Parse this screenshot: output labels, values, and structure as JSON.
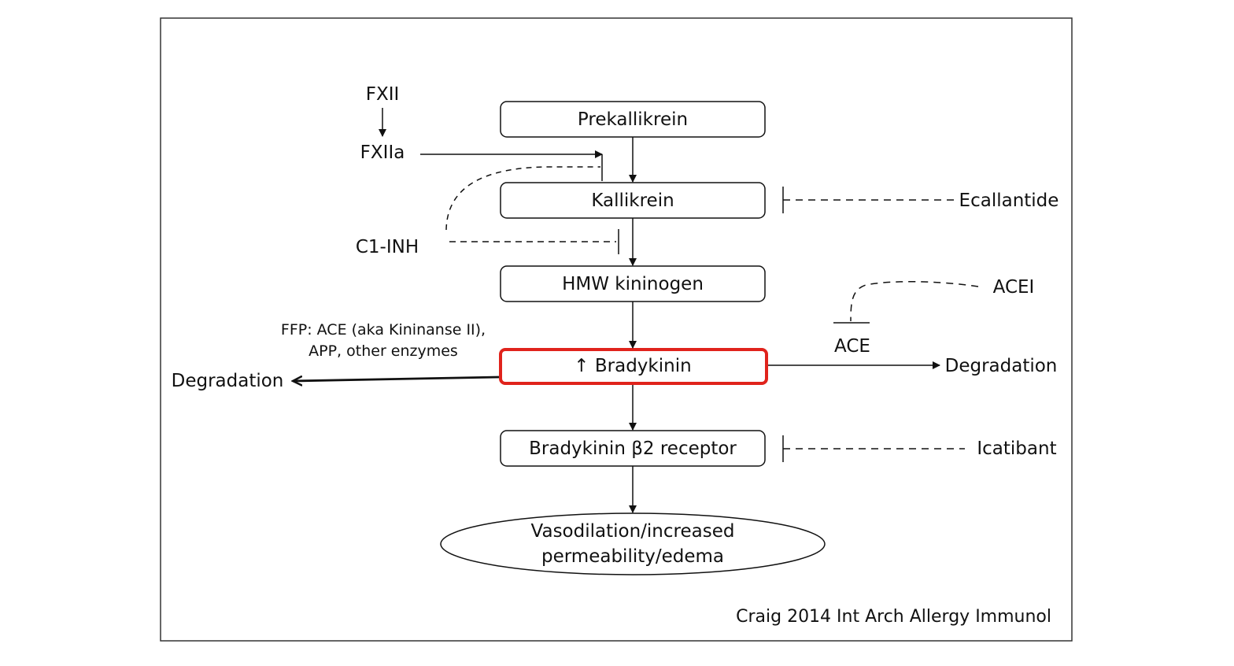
{
  "citation": "Craig 2014 Int Arch Allergy Immunol",
  "nodes": {
    "prekallikrein": "Prekallikrein",
    "kallikrein": "Kallikrein",
    "hmw_kininogen": "HMW kininogen",
    "bradykinin": "↑ Bradykinin",
    "receptor": "Bradykinin β2 receptor",
    "outcome_line1": "Vasodilation/increased",
    "outcome_line2": "permeability/edema"
  },
  "labels": {
    "fxii": "FXII",
    "fxiia": "FXIIa",
    "c1_inh": "C1-INH",
    "ecallantide": "Ecallantide",
    "acei": "ACEI",
    "ace": "ACE",
    "degradation_right": "Degradation",
    "degradation_left": "Degradation",
    "ffp_line1": "FFP: ACE (aka Kininanse II),",
    "ffp_line2": "APP, other enzymes",
    "icatibant": "Icatibant"
  },
  "colors": {
    "highlight": "#e0231c",
    "line": "#111111"
  }
}
